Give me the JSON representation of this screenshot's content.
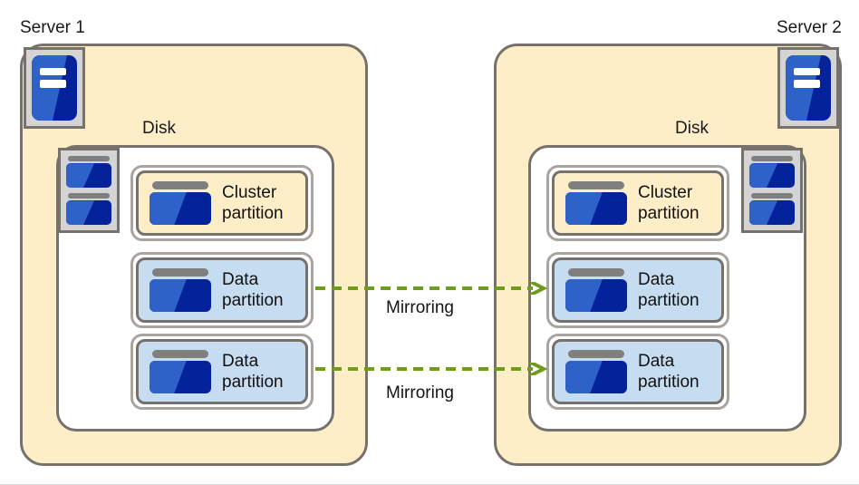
{
  "diagram": {
    "title_left": "Server 1",
    "title_right": "Server 2",
    "disk_label_left": "Disk",
    "disk_label_right": "Disk",
    "colors": {
      "server_fill": "#fdeec8",
      "disk_fill": "#ffffff",
      "data_partition_fill": "#c6dcf0",
      "cluster_partition_fill": "#fdeec8",
      "border_gray": "#77716c",
      "icon_blue_dark": "#04239b",
      "icon_blue_light": "#2f62c9",
      "arrow_green": "#6f9c1e"
    }
  },
  "servers": [
    {
      "name": "Server 1",
      "disk_label": "Disk",
      "icon": "server-tower-icon",
      "disk_icon": "disk-stack-icon",
      "partitions": [
        {
          "label": "Cluster\npartition",
          "type": "cluster",
          "icon": "drive-icon"
        },
        {
          "label": "Data\npartition",
          "type": "data",
          "icon": "drive-icon"
        },
        {
          "label": "Data\npartition",
          "type": "data",
          "icon": "drive-icon"
        }
      ]
    },
    {
      "name": "Server 2",
      "disk_label": "Disk",
      "icon": "server-tower-icon",
      "disk_icon": "disk-stack-icon",
      "partitions": [
        {
          "label": "Cluster\npartition",
          "type": "cluster",
          "icon": "drive-icon"
        },
        {
          "label": "Data\npartition",
          "type": "data",
          "icon": "drive-icon"
        },
        {
          "label": "Data\npartition",
          "type": "data",
          "icon": "drive-icon"
        }
      ]
    }
  ],
  "connections": [
    {
      "label": "Mirroring",
      "from": "server1-data-partition-1",
      "to": "server2-data-partition-1",
      "style": "dashed-arrow-right"
    },
    {
      "label": "Mirroring",
      "from": "server1-data-partition-2",
      "to": "server2-data-partition-2",
      "style": "dashed-arrow-right"
    }
  ]
}
